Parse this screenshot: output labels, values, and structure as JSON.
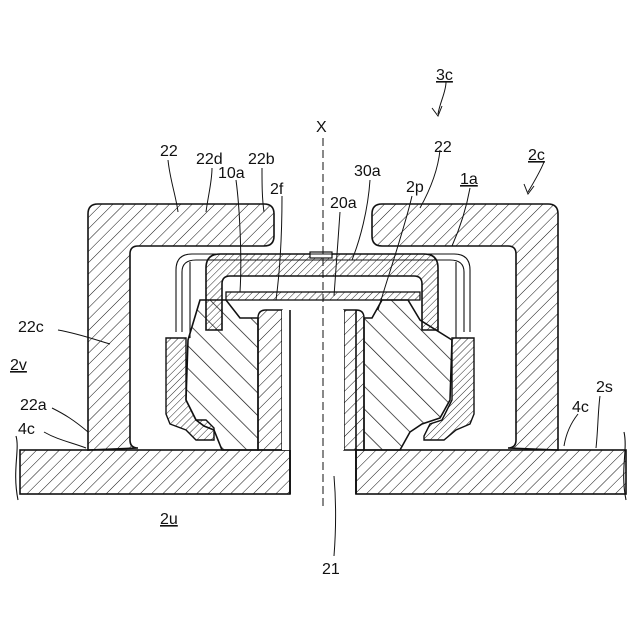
{
  "labels": {
    "X": "X",
    "l3c": "3c",
    "l22_left": "22",
    "l22d": "22d",
    "l22b": "22b",
    "l22_right": "22",
    "l2c": "2c",
    "l10a": "10a",
    "l2f": "2f",
    "l30a": "30a",
    "l20a": "20a",
    "l2p": "2p",
    "l1a": "1a",
    "l22c": "22c",
    "l2v": "2v",
    "l22a": "22a",
    "l4c_left": "4c",
    "l2s": "2s",
    "l4c_right": "4c",
    "l2u": "2u",
    "l21": "21"
  }
}
